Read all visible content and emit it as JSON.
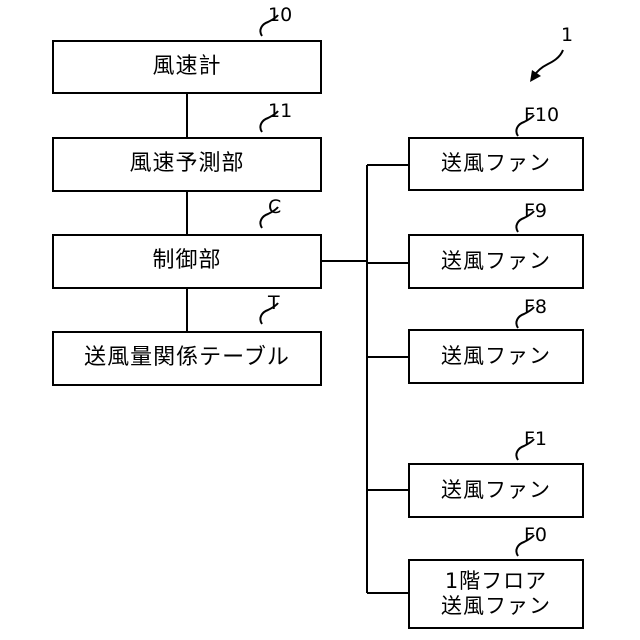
{
  "figure_ref": "1",
  "left_column": {
    "anemometer": {
      "label": "風速計",
      "ref": "10"
    },
    "wind_predictor": {
      "label": "風速予測部",
      "ref": "11"
    },
    "controller": {
      "label": "制御部",
      "ref": "C"
    },
    "table": {
      "label": "送風量関係テーブル",
      "ref": "T"
    }
  },
  "fans": [
    {
      "label": "送風ファン",
      "ref": "F10"
    },
    {
      "label": "送風ファン",
      "ref": "F9"
    },
    {
      "label": "送風ファン",
      "ref": "F8"
    },
    {
      "label": "送風ファン",
      "ref": "F1"
    },
    {
      "label_line1": "1階フロア",
      "label_line2": "送風ファン",
      "ref": "F0"
    }
  ]
}
